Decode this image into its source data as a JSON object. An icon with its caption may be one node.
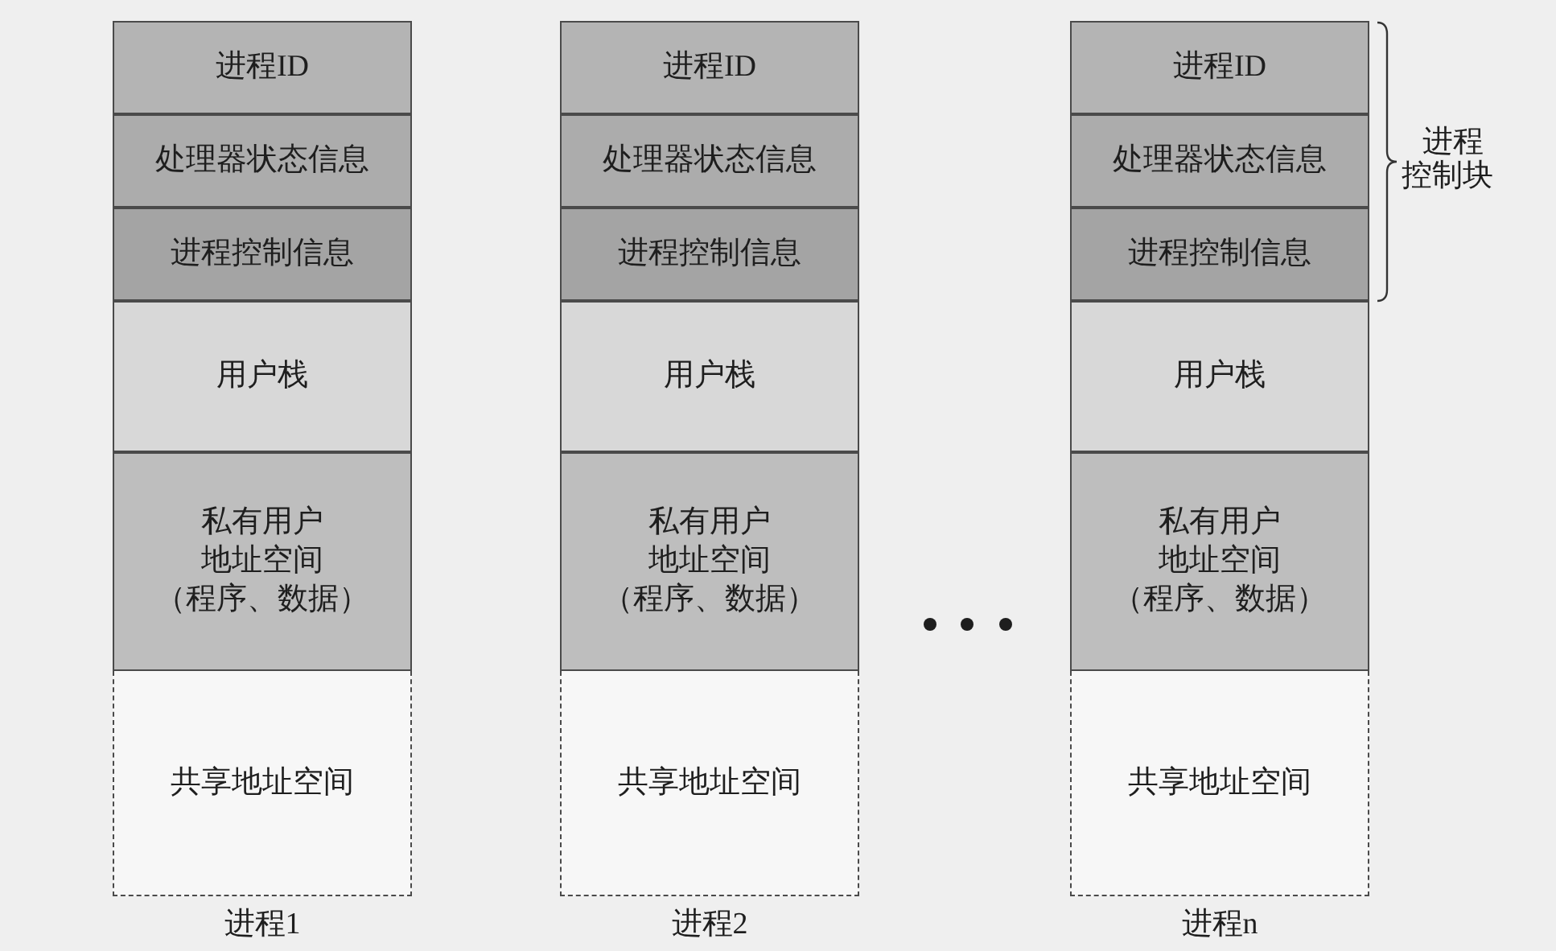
{
  "diagram": {
    "nodes": [
      {
        "text": [
          "进程1"
        ]
      },
      {
        "text": [
          "进程ID"
        ],
        "in": 0
      },
      {
        "text": [
          "处理器状态信息"
        ],
        "in": 0
      },
      {
        "text": [
          "进程控制信息"
        ],
        "in": 0
      },
      {
        "text": [
          "用户栈"
        ],
        "in": 0
      },
      {
        "text": [
          "私有用户地址空间（程序、数据）"
        ],
        "in": 0
      },
      {
        "text": [
          "共享地址空间"
        ],
        "in": 0
      },
      {
        "text": [
          "进程2"
        ]
      },
      {
        "text": [
          "进程ID"
        ],
        "in": 7
      },
      {
        "text": [
          "处理器状态信息"
        ],
        "in": 7
      },
      {
        "text": [
          "进程控制信息"
        ],
        "in": 7
      },
      {
        "text": [
          "用户栈"
        ],
        "in": 7
      },
      {
        "text": [
          "私有用户地址空间（程序、数据）"
        ],
        "in": 7
      },
      {
        "text": [
          "共享地址空间"
        ],
        "in": 7
      },
      {
        "text": [
          "进程n"
        ]
      },
      {
        "text": [
          "进程ID"
        ],
        "in": 14
      },
      {
        "text": [
          "处理器状态信息"
        ],
        "in": 14
      },
      {
        "text": [
          "进程控制信息"
        ],
        "in": 14
      },
      {
        "text": [
          "用户栈"
        ],
        "in": 14
      },
      {
        "text": [
          "私有用户地址空间（程序、数据）"
        ],
        "in": 14
      },
      {
        "text": [
          "共享地址空间"
        ],
        "in": 14
      }
    ],
    "labels": [
      "进程控制块"
    ]
  }
}
